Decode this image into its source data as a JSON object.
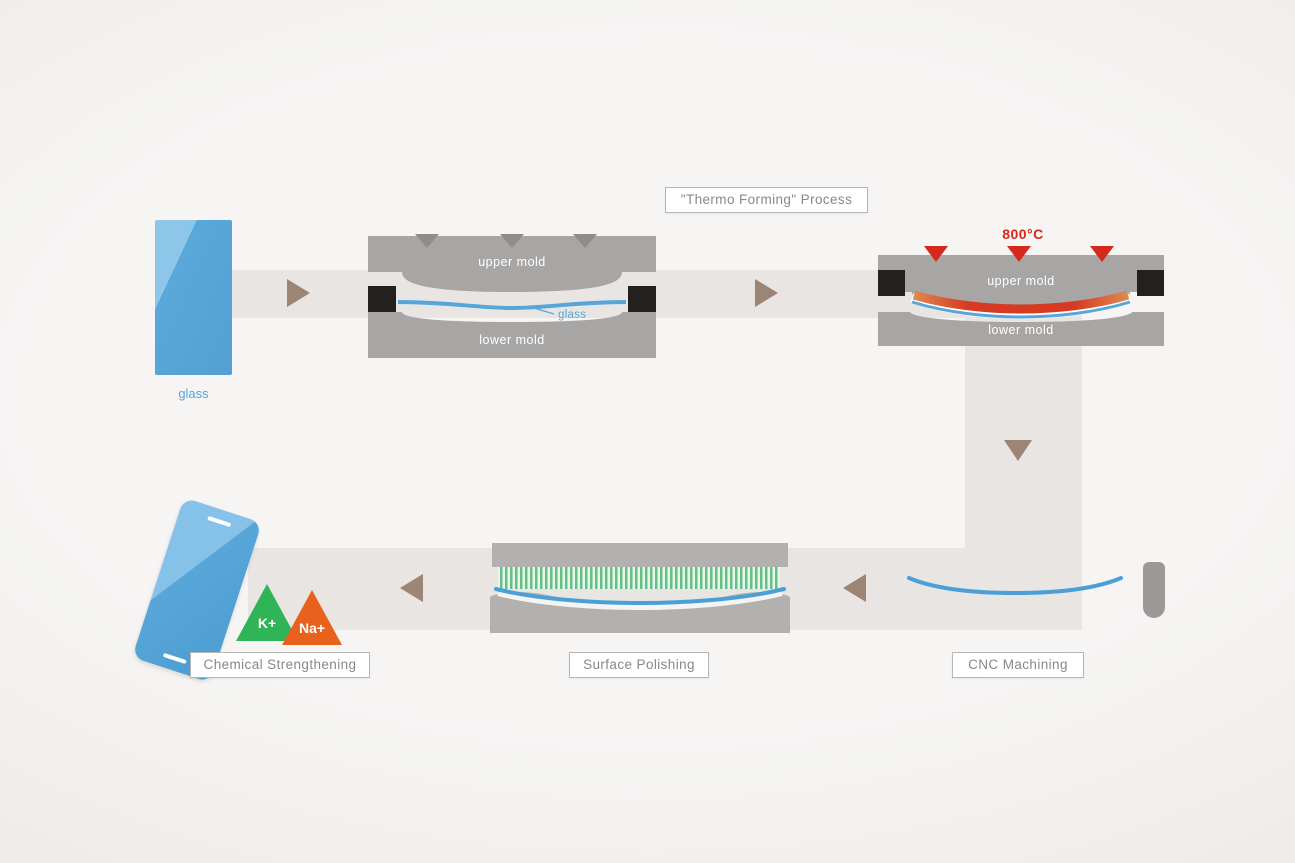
{
  "diagram": {
    "process_label": "\"Thermo Forming\" Process",
    "raw_glass": {
      "label": "glass"
    },
    "forming_mold": {
      "upper_label": "upper mold",
      "lower_label": "lower mold",
      "glass_callout": "glass"
    },
    "heated_mold": {
      "temperature": "800°C",
      "upper_label": "upper mold",
      "lower_label": "lower mold"
    },
    "cnc_station": {
      "label": "CNC Machining"
    },
    "polishing_station": {
      "label": "Surface Polishing"
    },
    "strengthening_station": {
      "label": "Chemical Strengthening",
      "potassium_ion": "K+",
      "sodium_ion": "Na+"
    },
    "colors": {
      "glass_blue": "#56a6da",
      "mold_gray": "#a8a6a4",
      "heat_red": "#d6281c",
      "arrow_tan": "#9c8574",
      "potassium_green": "#2fb457",
      "sodium_orange": "#e9611c",
      "conveyor_gray": "#e8e5e2"
    }
  }
}
